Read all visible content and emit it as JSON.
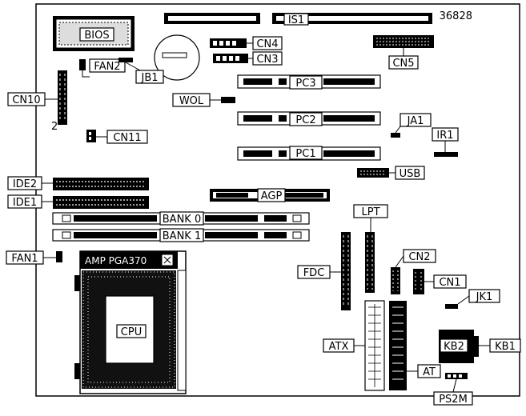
{
  "diagram": {
    "board_id": "36828",
    "components": {
      "bios": "BIOS",
      "is1": "IS1",
      "cn4": "CN4",
      "cn3": "CN3",
      "cn5": "CN5",
      "jb1": "JB1",
      "fan2": "FAN2",
      "cn10": "CN10",
      "cn10_pin": "2",
      "wol": "WOL",
      "pc3": "PC3",
      "pc2": "PC2",
      "pc1": "PC1",
      "ja1": "JA1",
      "ir1": "IR1",
      "cn11": "CN11",
      "usb": "USB",
      "ide2": "IDE2",
      "ide1": "IDE1",
      "agp": "AGP",
      "bank0": "BANK 0",
      "bank1": "BANK 1",
      "lpt": "LPT",
      "fan1": "FAN1",
      "socket": "AMP PGA370",
      "cn2": "CN2",
      "fdc": "FDC",
      "cn1": "CN1",
      "jk1": "JK1",
      "cpu": "CPU",
      "atx": "ATX",
      "kb2": "KB2",
      "kb1": "KB1",
      "at": "AT",
      "ps2m": "PS2M"
    }
  }
}
